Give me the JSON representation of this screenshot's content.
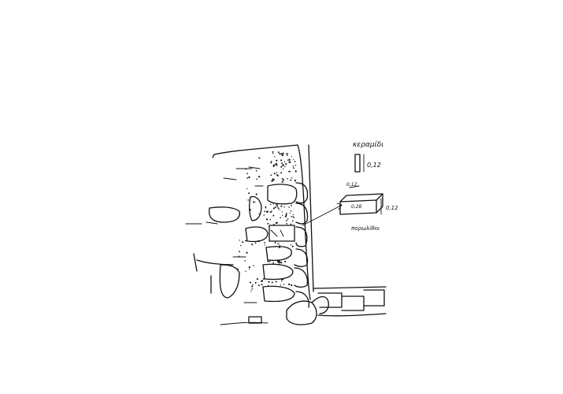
{
  "annotations": {
    "material_top": "κεραμίδι",
    "dim_vertical_1": "0,12",
    "dim_small": "0,12",
    "dim_block_face": "0,28",
    "dim_vertical_2": "0,12",
    "material_bottom": "πορωλίθοι"
  }
}
